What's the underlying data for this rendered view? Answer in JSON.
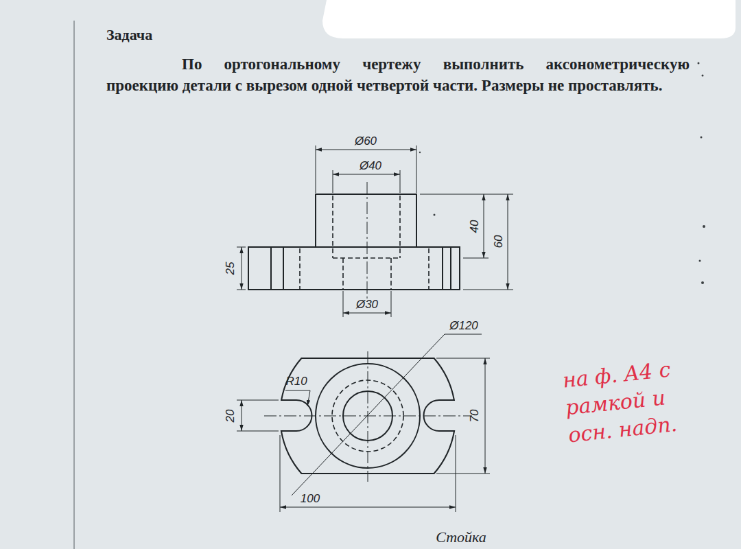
{
  "diagram": {
    "title": "Задача",
    "caption": "Стойка",
    "labels": [
      "По ортогональному чертежу выполнить аксонометрическую проекцию детали с вырезом одной четвертой части. Размеры не проставлять.",
      "Ø60",
      "Ø40",
      "40",
      "60",
      "25",
      "Ø30",
      "Ø120",
      "R10",
      "20",
      "70",
      "100",
      "на ф. А4 с рамкой и осн. надп."
    ]
  }
}
